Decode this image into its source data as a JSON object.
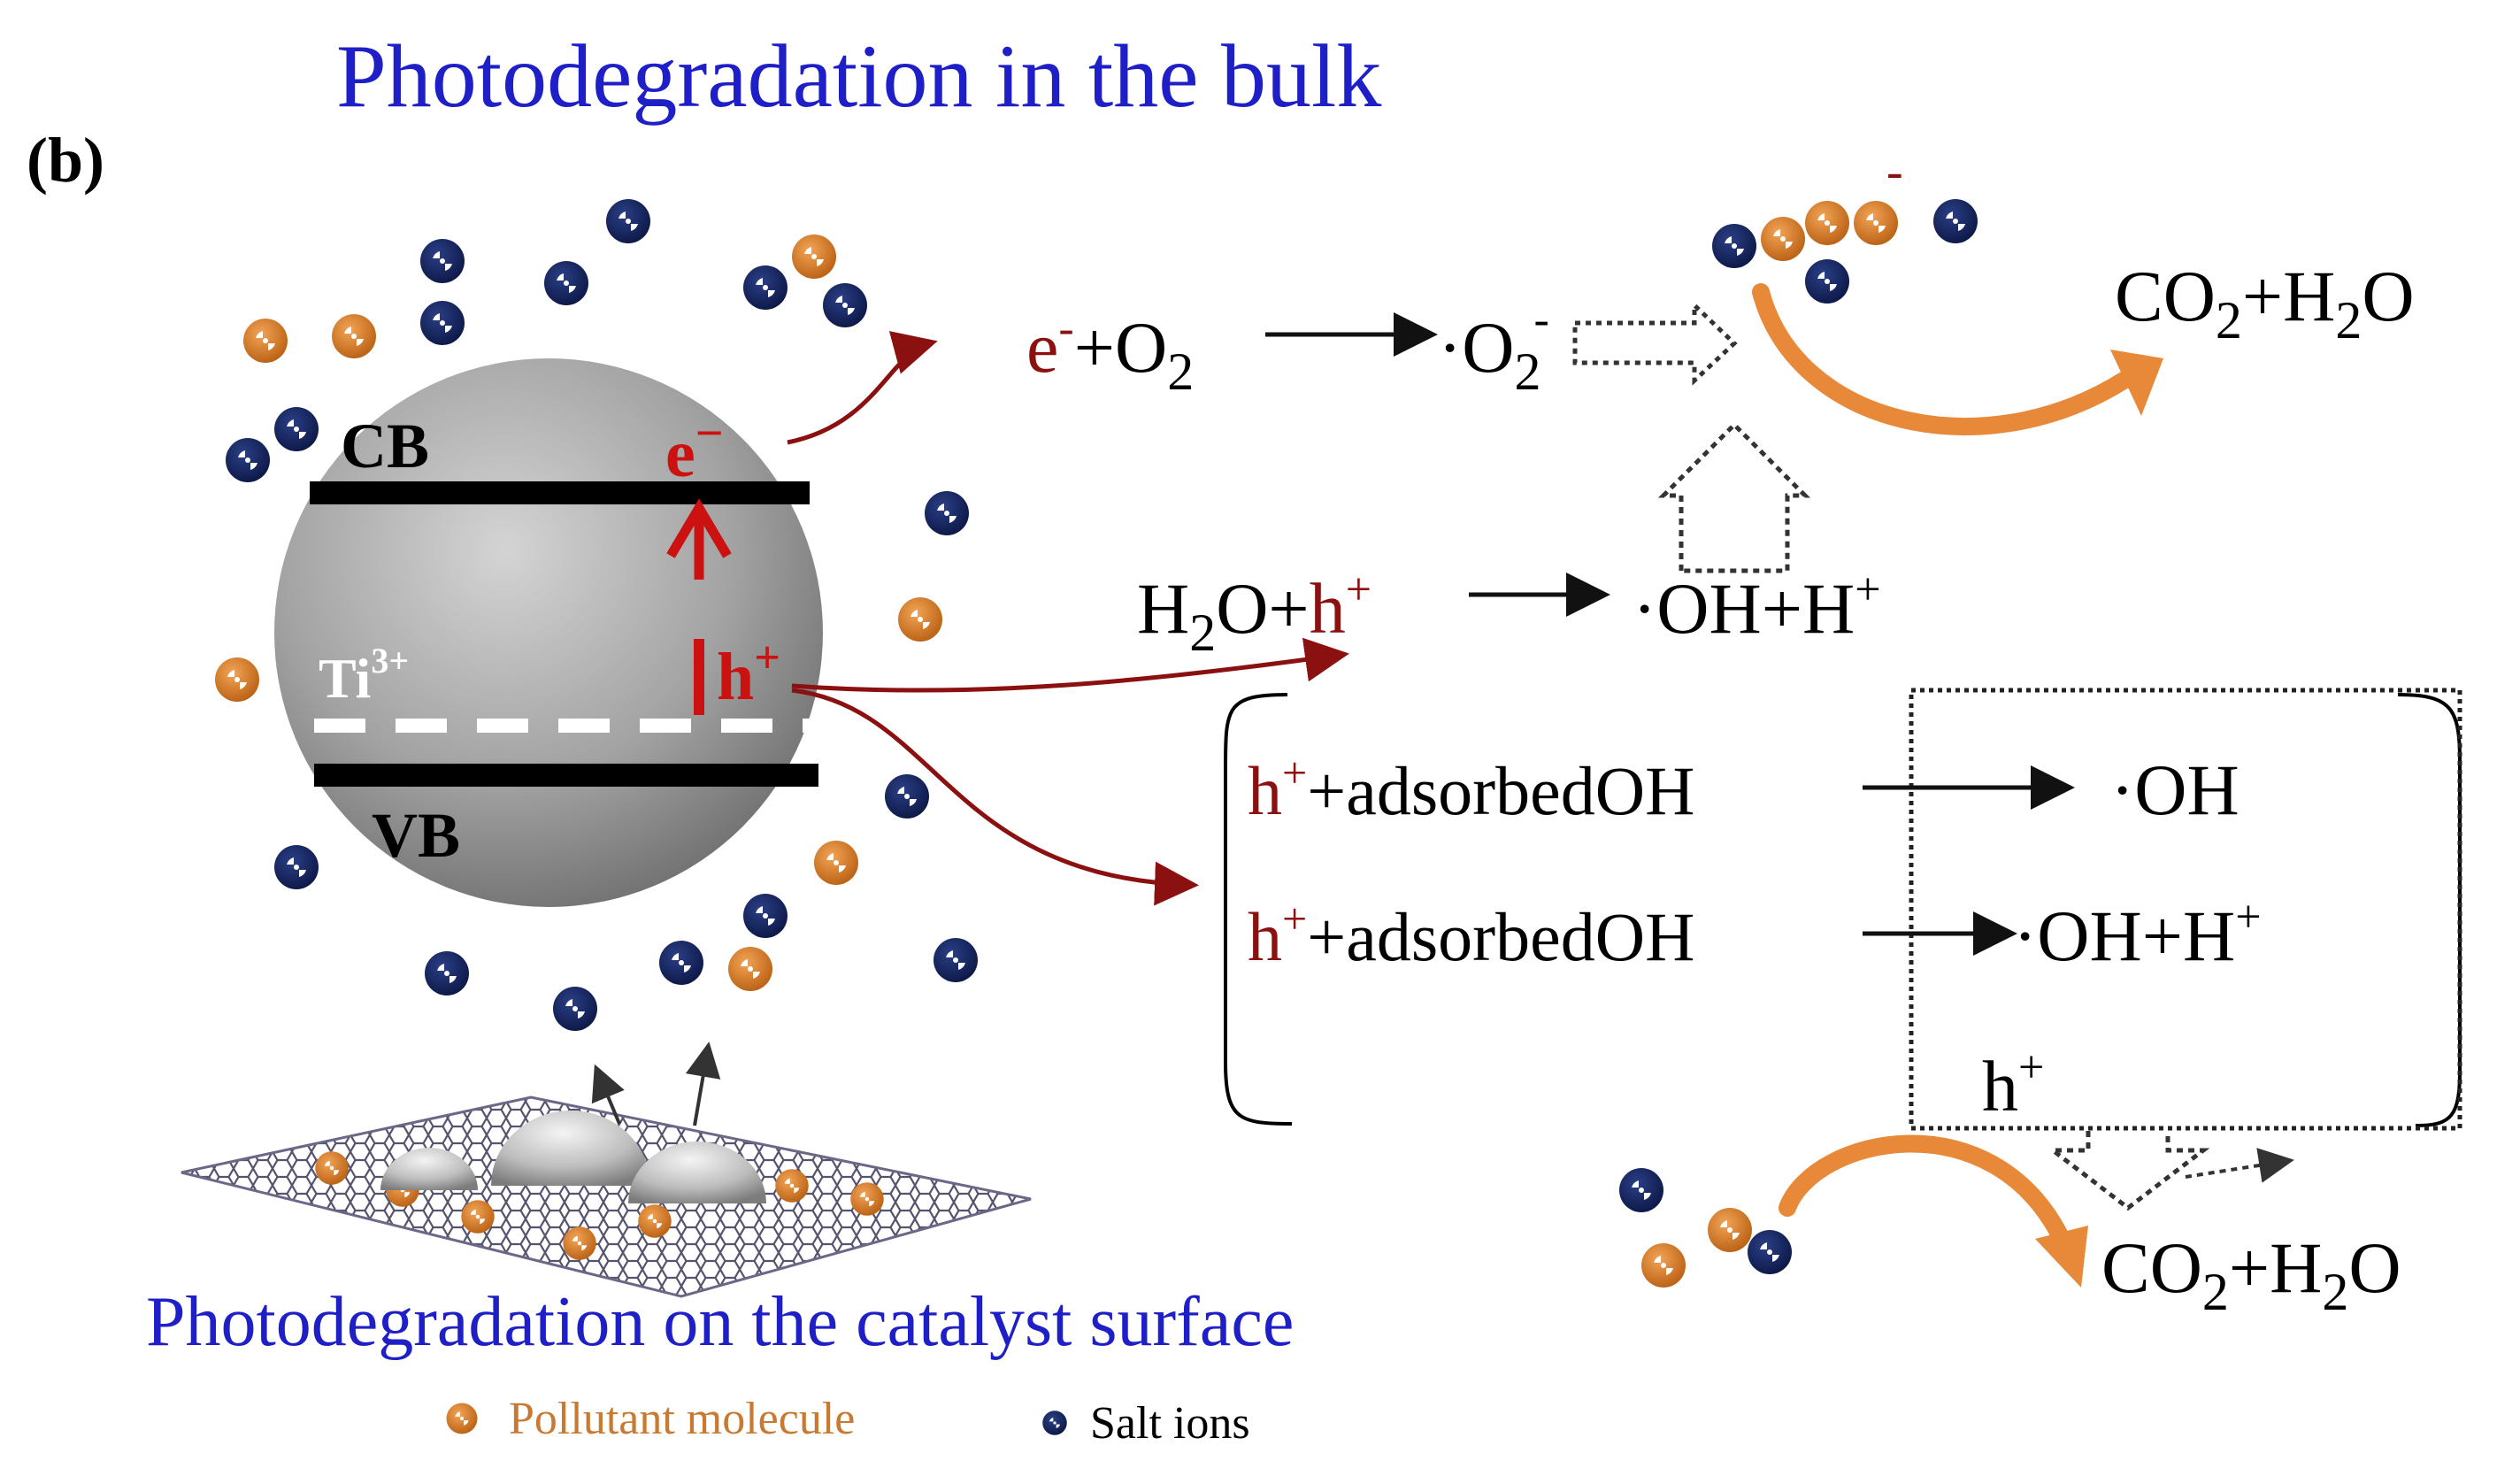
{
  "panel_label": "(b)",
  "title": "Photodegradation in the bulk",
  "subtitle": "Photodegradation on the catalyst surface",
  "band_labels": {
    "cb": "CB",
    "vb": "VB",
    "defect": "Ti",
    "defect_sup": "3+"
  },
  "carriers": {
    "electron": "e",
    "electron_sup": "−",
    "hole": "h",
    "hole_sup": "+"
  },
  "reactions": {
    "r1": {
      "e": "e",
      "e_sup": "-",
      "left": "+O",
      "left_sub": "2",
      "prod": "·O",
      "prod_sub": "2",
      "prod_sup": "-"
    },
    "r2": {
      "l1": "H",
      "l1_sub": "2",
      "l2": "O+",
      "h": "h",
      "h_sup": "+",
      "prod": "·OH+H",
      "prod_sup": "+"
    },
    "r3": {
      "h": "h",
      "h_sup": "+",
      "rest": "+adsorbedOH",
      "prod": "·OH"
    },
    "r4": {
      "h": "h",
      "h_sup": "+",
      "rest": "+adsorbedOH",
      "prod": "·OH+H",
      "prod_sup": "+"
    },
    "box_hole": "h",
    "box_hole_sup": "+",
    "product_top": {
      "a": "CO",
      "a_sub": "2",
      "b": "+H",
      "b_sub": "2",
      "c": "O"
    },
    "product_bottom": {
      "a": "CO",
      "a_sub": "2",
      "b": "+H",
      "b_sub": "2",
      "c": "O"
    },
    "top_cluster_charge": "-"
  },
  "legend": {
    "pollutant": "Pollutant molecule",
    "salt": "Salt ions"
  },
  "colors": {
    "title_blue": "#1f1fc8",
    "dark_red": "#8b1010",
    "bright_red": "#cc1111",
    "salt_ion": "#14245e",
    "pollutant": "#d4791e",
    "curved_arrow": "#e8893a",
    "sphere": "#9a9a9a"
  }
}
